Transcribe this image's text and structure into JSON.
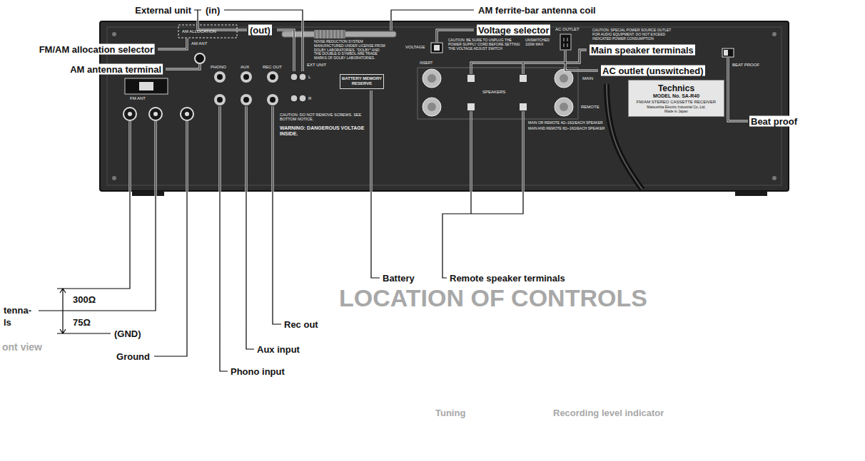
{
  "diagram": {
    "nodes": [
      {
        "text": [
          "Technics",
          "MODEL No. SA-R40",
          "FM/AM STEREO CASSETTE RECEIVER",
          "Matsushita Electric Industrial Co.,Ltd.",
          "Made in Japan"
        ]
      },
      {
        "text": [
          "BATTERY MEMORY RESERVE"
        ]
      }
    ],
    "labels": [
      "External unit",
      "(in)",
      "(out)",
      "AM ferrite-bar antenna coil",
      "Voltage selector",
      "Main speaker terminals",
      "FM/AM allocation selector",
      "AM antenna terminal",
      "AC outlet (unswitched)",
      "Beat proof",
      "Remote speaker terminals",
      "Battery",
      "Rec out",
      "Aux input",
      "Phono input",
      "Ground",
      "(GND)",
      "300Ω",
      "75Ω",
      "tenna-",
      "ls",
      "FM ANT",
      "AM ANT",
      "PHONO",
      "AUX",
      "REC OUT",
      "EXT UNIT",
      "L",
      "R",
      "AM ALLOCATION",
      "NOISE REDUCTION SYSTEM MANUFACTURED UNDER LICENSE FROM DOLBY LABORATORIES. \"DOLBY\" AND THE DOUBLE-D SYMBOL ARE TRADE MARKS OF DOLBY LABORATORIES.",
      "CAUTION: DO NOT REMOVE SCREWS. SEE BOTTOM NOTICE.",
      "WARNING: DANGEROUS VOLTAGE INSIDE.",
      "VOLTAGE",
      "CAUTION: BE SURE TO UNPLUG THE POWER SUPPLY CORD BEFORE SETTING THE VOLTAGE ADJUST SWITCH",
      "SPEAKERS",
      "MAIN",
      "REMOTE",
      "MAIN OR REMOTE 4Ω~16Ω/EACH SPEAKER",
      "MAIN AND REMOTE 8Ω~16Ω/EACH SPEAKER",
      "AC OUTLET",
      "UNSWITCHED 100W MAX",
      "CAUTION: SPECIAL POWER SOURCE OUTLET FOR AUDIO EQUIPMENT. DO NOT EXCEED INDICATED POWER CONSUMPTION",
      "BEAT PROOF",
      "INSERT",
      "LOCATION OF CONTROLS",
      "ont view",
      "Tuning",
      "Recording level indicator"
    ]
  }
}
